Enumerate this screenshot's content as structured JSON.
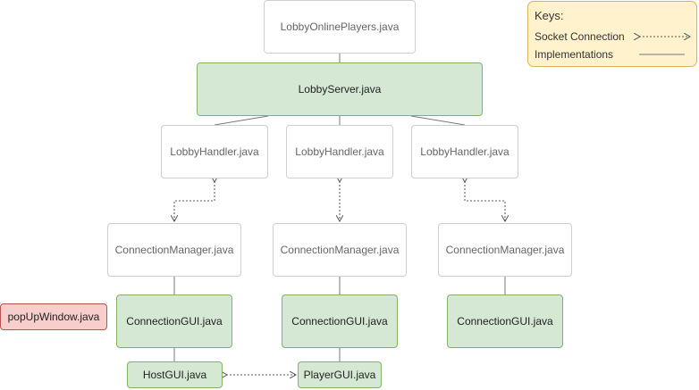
{
  "nodes": {
    "lobby_online_players": "LobbyOnlinePlayers.java",
    "lobby_server": "LobbyServer.java",
    "lobby_handler": "LobbyHandler.java",
    "connection_manager": "ConnectionManager.java",
    "connection_gui": "ConnectionGUI.java",
    "popup_window": "popUpWindow.java",
    "host_gui": "HostGUI.java",
    "player_gui": "PlayerGUI.java"
  },
  "keys": {
    "title": "Keys:",
    "socket_connection": "Socket Connection",
    "implementations": "Implementations"
  },
  "colors": {
    "green_fill": "#d5e8d4",
    "green_border": "#82b366",
    "red_fill": "#f8cecc",
    "red_border": "#b85450",
    "key_fill": "#fff2cc",
    "key_border": "#d6b656"
  }
}
